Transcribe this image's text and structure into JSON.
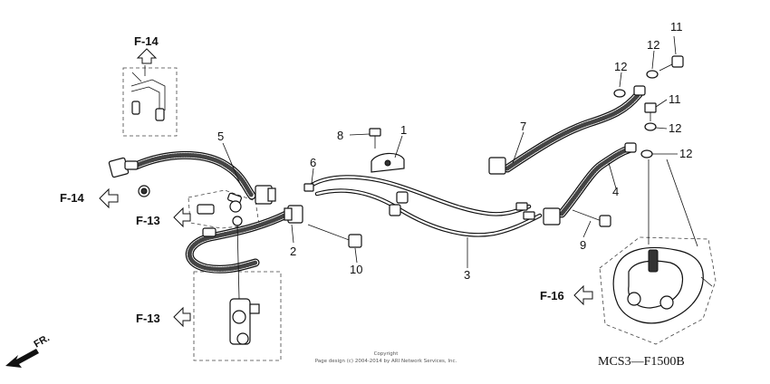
{
  "callouts": {
    "c1": "1",
    "c2": "2",
    "c3": "3",
    "c4": "4",
    "c5": "5",
    "c6": "6",
    "c7": "7",
    "c8": "8",
    "c9": "9",
    "c10": "10",
    "c11a": "11",
    "c11b": "11",
    "c12a": "12",
    "c12b": "12",
    "c12c": "12",
    "c12d": "12"
  },
  "references": {
    "f14_top": "F-14",
    "f14_left": "F-14",
    "f13_upper": "F-13",
    "f13_lower": "F-13",
    "f16": "F-16"
  },
  "diagram_code": "MCS3—F1500B",
  "copyright": {
    "line1": "Copyright",
    "line2": "Page design (c) 2004-2014 by ARI Network Services, Inc."
  },
  "front_label": "FR."
}
